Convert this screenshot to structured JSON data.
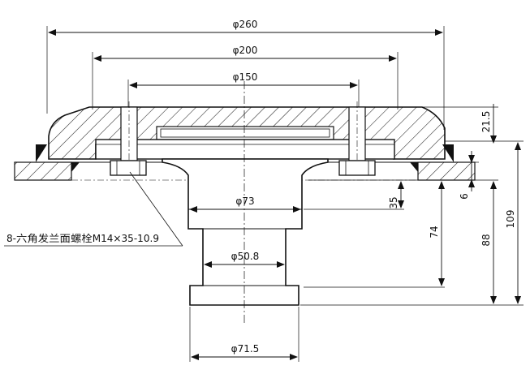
{
  "drawing": {
    "dimensions": {
      "d260": "φ260",
      "d200": "φ200",
      "d150": "φ150",
      "d73": "φ73",
      "d50_8": "φ50.8",
      "d71_5": "φ71.5",
      "h21_5": "21.5",
      "h6": "6",
      "h35": "35",
      "h74": "74",
      "h88": "88",
      "h109": "109"
    },
    "bolt_note": "8-六角发兰面螺栓M14×35-10.9"
  }
}
